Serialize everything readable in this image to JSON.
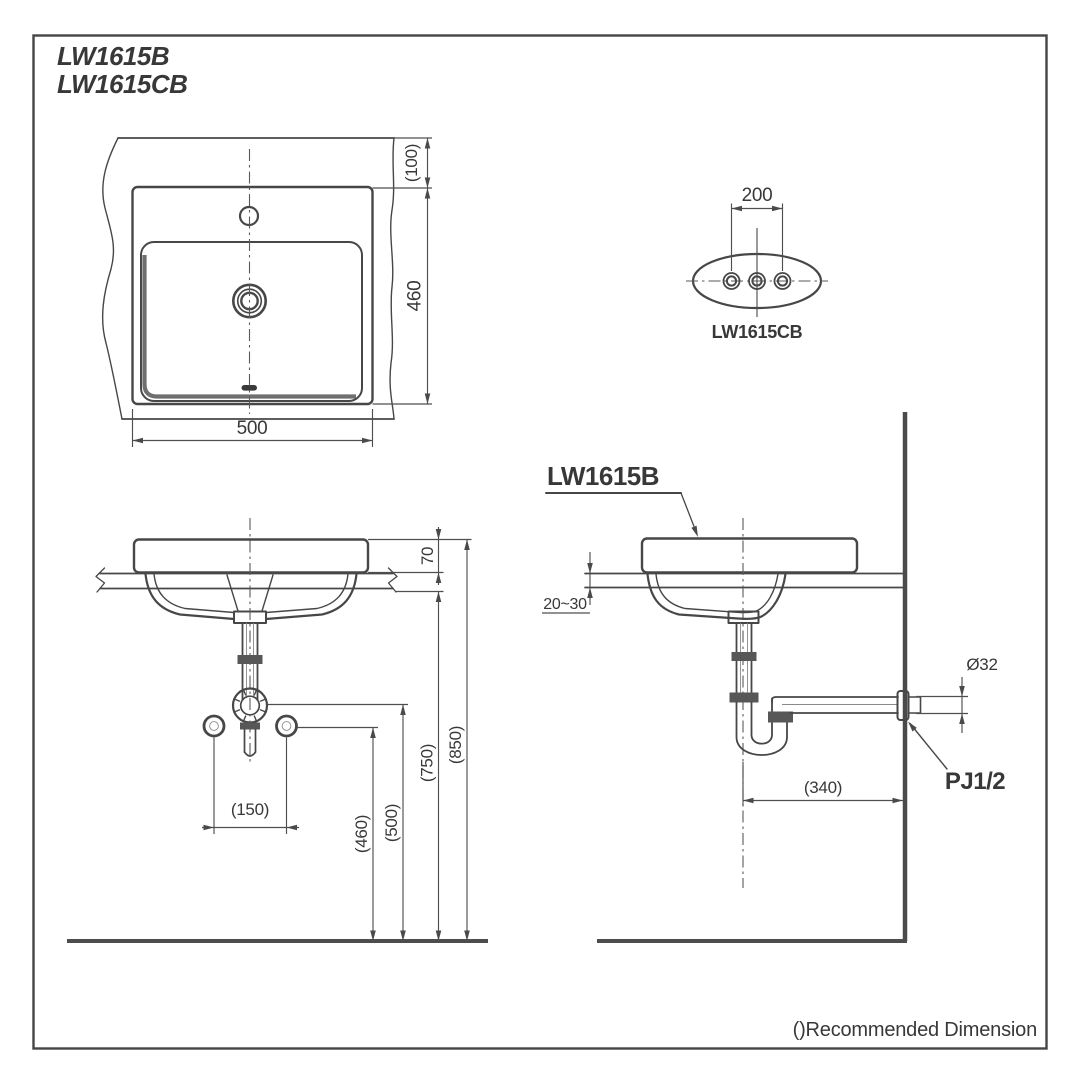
{
  "colors": {
    "line": "#474747",
    "text": "#383838",
    "background": "#ffffff"
  },
  "title": {
    "model_1": "LW1615B",
    "model_2": "LW1615CB"
  },
  "top_view": {
    "dim_back_offset": "(100)",
    "dim_depth": "460",
    "dim_width": "500"
  },
  "faucet_detail": {
    "dim_hole_spacing": "200",
    "label": "LW1615CB"
  },
  "front_view": {
    "dim_rim_height": "70",
    "dim_rim_to_floor": "(850)",
    "dim_counter_to_floor": "(750)",
    "dim_valve_to_floor": "(500)",
    "dim_supply_to_floor": "(460)",
    "dim_supply_spacing": "(150)"
  },
  "side_view": {
    "label": "LW1615B",
    "dim_counter_thickness": "20~30",
    "dim_drain_diameter": "Ø32",
    "dim_trap_to_wall": "(340)",
    "wall_connection_label": "PJ1/2"
  },
  "footer": {
    "note": "()Recommended Dimension"
  }
}
